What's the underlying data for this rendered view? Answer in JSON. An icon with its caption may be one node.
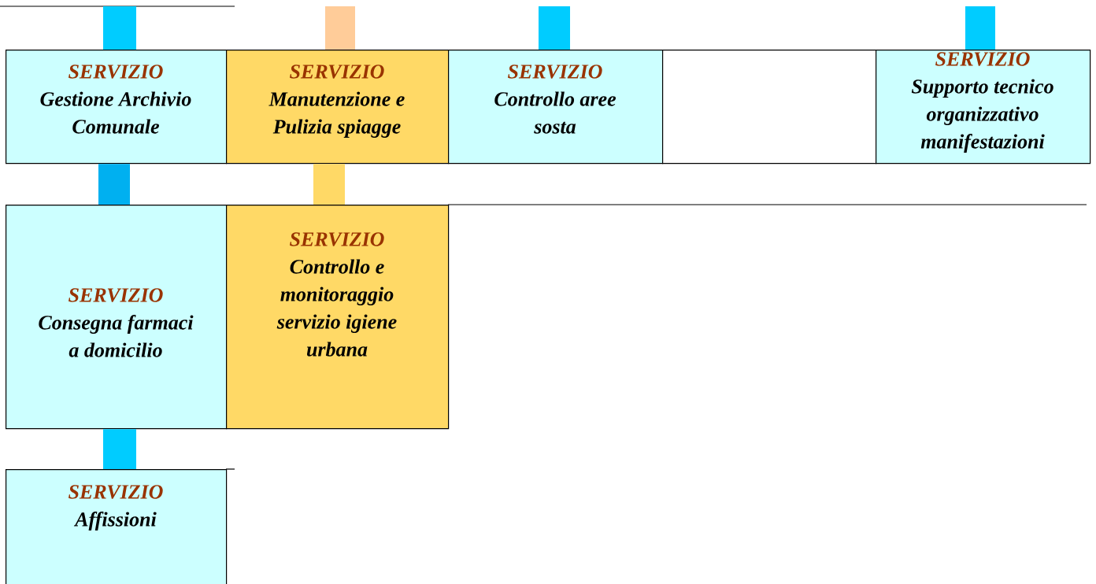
{
  "diagram": {
    "nodes": [
      {
        "text": [
          "SERVIZIO",
          "Gestione Archivio Comunale"
        ]
      },
      {
        "text": [
          "SERVIZIO",
          "Manutenzione e Pulizia spiagge"
        ]
      },
      {
        "text": [
          "SERVIZIO",
          "Controllo aree sosta"
        ]
      },
      {
        "text": [],
        "shape": "box"
      },
      {
        "text": [
          "SERVIZIO",
          "Supporto tecnico organizzativo manifestazioni"
        ]
      },
      {
        "text": [
          "SERVIZIO",
          "Consegna farmaci a domicilio"
        ]
      },
      {
        "text": [
          "SERVIZIO",
          "Controllo e monitoraggio servizio igiene urbana"
        ]
      },
      {
        "text": [
          "SERVIZIO",
          "Affissioni"
        ]
      }
    ],
    "edges": [
      {
        "from": null,
        "to": 0,
        "arrow": "none"
      },
      {
        "from": null,
        "to": 1,
        "arrow": "none",
        "color": "#ffcc99"
      },
      {
        "from": null,
        "to": 2,
        "arrow": "none"
      },
      {
        "from": null,
        "to": 4,
        "arrow": "none"
      },
      {
        "from": 0,
        "to": 5,
        "arrow": "none",
        "color": "#00b0f0"
      },
      {
        "from": 1,
        "to": 6,
        "arrow": "none",
        "color": "#ffd966"
      },
      {
        "from": 5,
        "to": 7,
        "arrow": "none"
      }
    ]
  }
}
